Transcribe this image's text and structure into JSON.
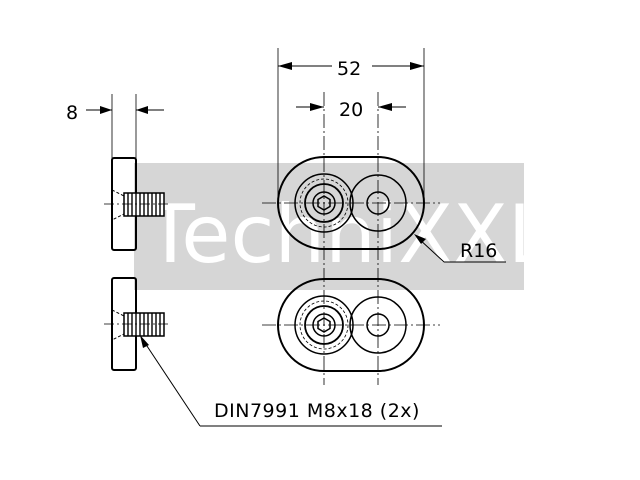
{
  "watermark": {
    "text": "TechniXXL",
    "box_color": "#d6d6d6",
    "text_color": "#ffffff"
  },
  "dimensions": {
    "thickness": "8",
    "overall_length": "52",
    "hole_spacing": "20",
    "radius": "R16"
  },
  "note": {
    "screw_spec": "DIN7991 M8x18 (2x)"
  },
  "colors": {
    "line": "#000000",
    "centerline": "#000000",
    "hatch": "#555555"
  }
}
